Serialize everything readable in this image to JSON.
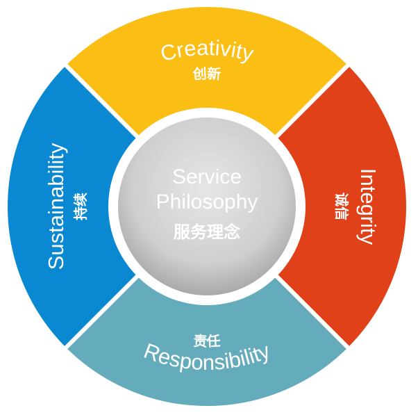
{
  "center": {
    "line1": "Service",
    "line2": "Philosophy",
    "chinese": "服务理念"
  },
  "segments": [
    {
      "id": "creativity",
      "label": "Creativity",
      "chinese": "创新",
      "color": "#FBBE14"
    },
    {
      "id": "integrity",
      "label": "Integrity",
      "chinese": "诚信",
      "color": "#E04119"
    },
    {
      "id": "responsibility",
      "label": "Responsibility",
      "chinese": "责任",
      "color": "#64ABBC"
    },
    {
      "id": "sustainability",
      "label": "Sustainability",
      "chinese": "持续",
      "color": "#0B88D2"
    }
  ]
}
